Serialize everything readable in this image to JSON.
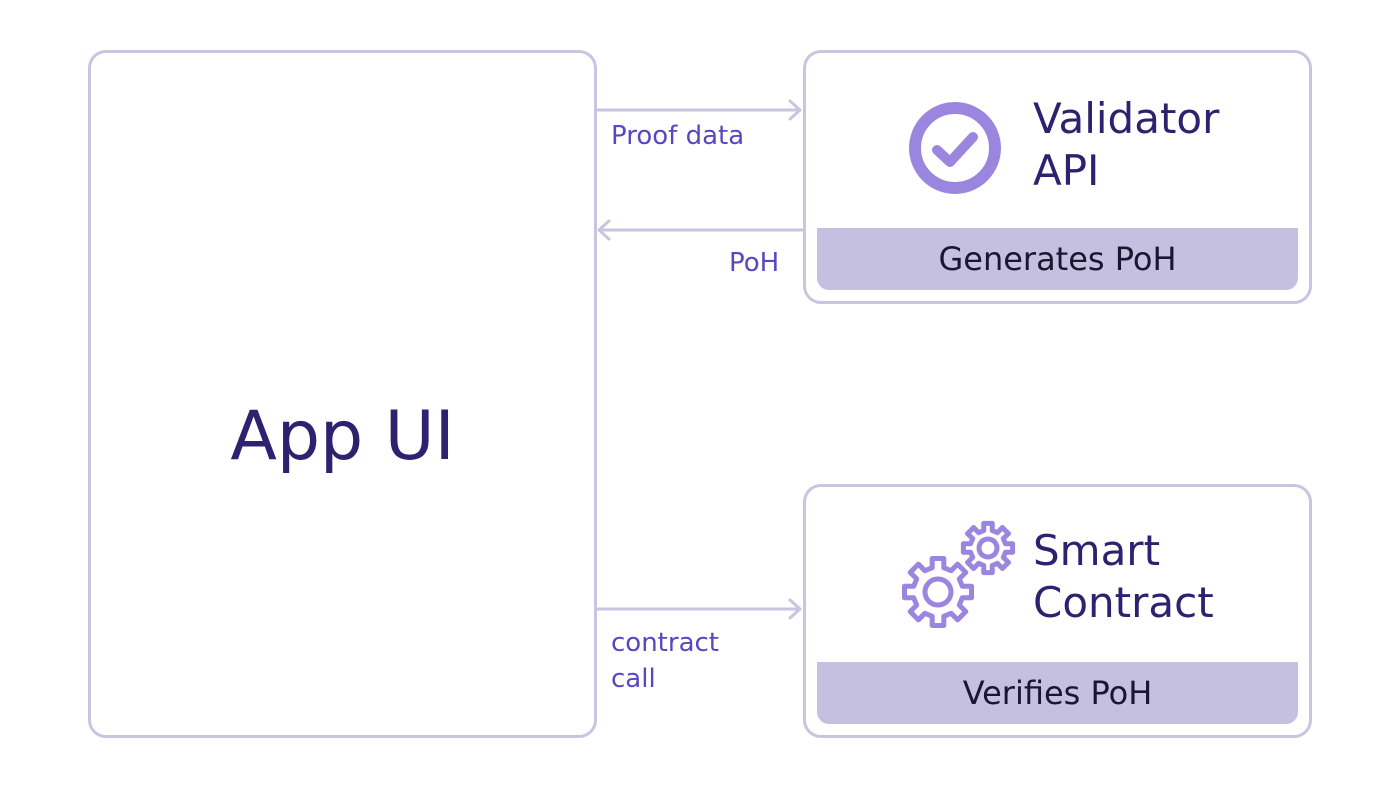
{
  "app_ui": {
    "label": "App UI"
  },
  "validator": {
    "title_line1": "Validator",
    "title_line2": "API",
    "footer": "Generates PoH",
    "icon": "check-circle-icon"
  },
  "contract": {
    "title_line1": "Smart",
    "title_line2": "Contract",
    "footer": "Verifies PoH",
    "icon": "gears-icon"
  },
  "edges": {
    "proof_data": "Proof data",
    "poh": "PoH",
    "contract_call_line1": "contract",
    "contract_call_line2": "call"
  },
  "colors": {
    "border": "#c9c5e0",
    "bar": "#c5c0df",
    "title_text": "#2e2170",
    "edge_text": "#5a46c2",
    "icon": "#9b86df"
  }
}
